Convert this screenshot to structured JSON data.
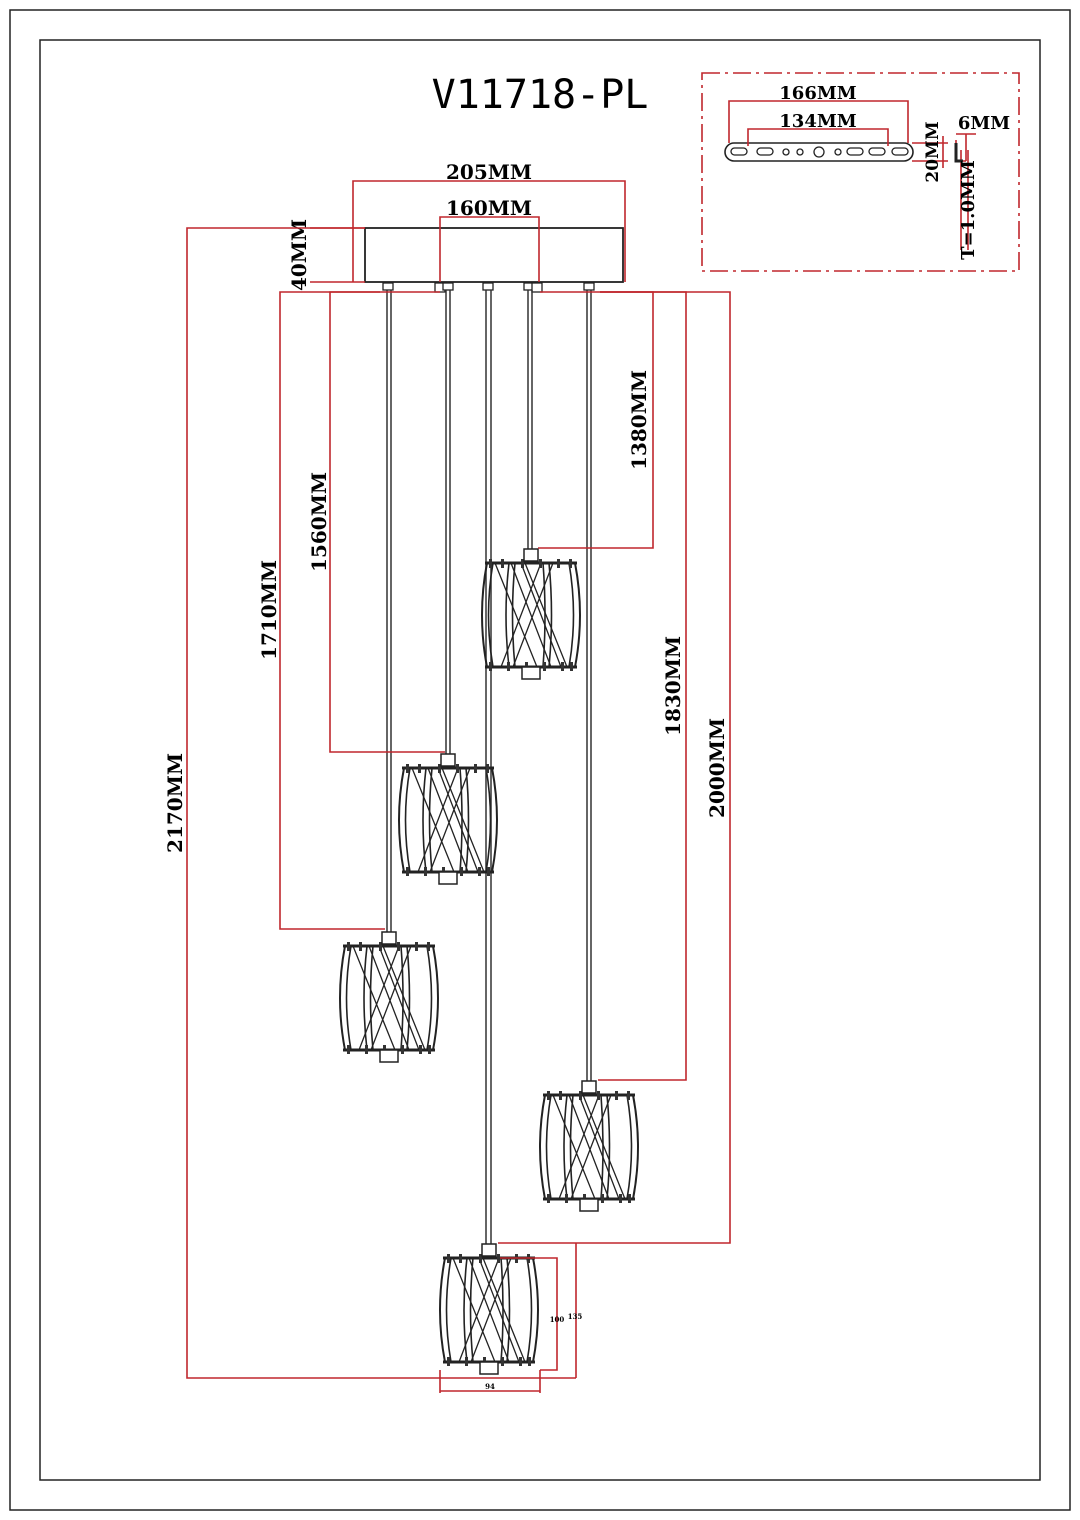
{
  "title": "V11718-PL",
  "canopy": {
    "width": "205MM",
    "hole_spacing": "160MM",
    "height": "40MM"
  },
  "bracket": {
    "length": "166MM",
    "hole_spacing": "134MM",
    "height": "20MM",
    "flange": "6MM",
    "thickness": "T=1.0MM"
  },
  "drops": {
    "d1380": "1380MM",
    "d1560": "1560MM",
    "d1710": "1710MM",
    "d1830": "1830MM",
    "d2000": "2000MM",
    "d2170": "2170MM"
  },
  "shade": {
    "height_inner": "100",
    "height_outer": "135",
    "width": "94"
  },
  "colors": {
    "dimension_line": "#c0272d",
    "drawing_ink": "#222222"
  }
}
